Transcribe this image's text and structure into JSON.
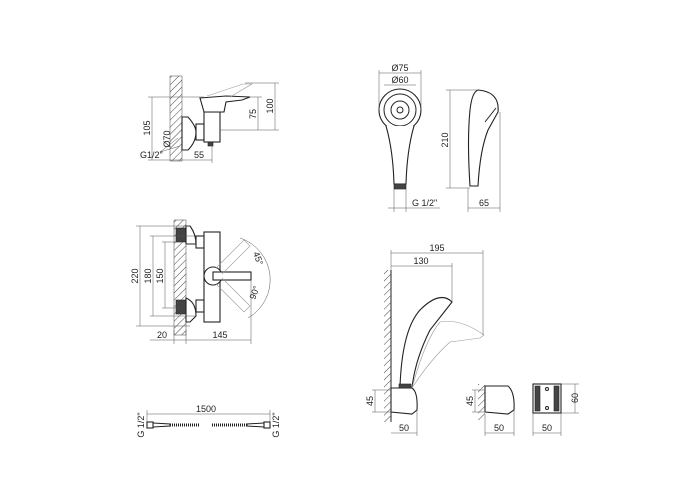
{
  "views": {
    "faucet_side": {
      "dim_height_total": "105",
      "dim_height_top": "100",
      "dim_height_spout": "75",
      "dim_diameter": "Ø70",
      "dim_depth": "55",
      "thread": "G1/2\""
    },
    "hand_shower": {
      "dim_head_outer": "Ø75",
      "dim_head_inner": "Ø60",
      "dim_length": "210",
      "thread": "G 1/2\"",
      "dim_depth": "65"
    },
    "faucet_front": {
      "dim_220": "220",
      "dim_180": "180",
      "dim_150": "150",
      "angle_up": "45°",
      "angle_down": "90°",
      "dim_wall": "20",
      "dim_projection": "145"
    },
    "hose": {
      "thread_left": "G 1/2\"",
      "length": "1500",
      "thread_right": "G 1/2\""
    },
    "holder_assembly": {
      "dim_total": "195",
      "dim_head": "130",
      "dim_height": "45",
      "dim_depth": "50"
    },
    "holder_side": {
      "dim_height": "45",
      "dim_depth": "50"
    },
    "holder_front": {
      "dim_height": "60",
      "dim_width": "50"
    }
  }
}
